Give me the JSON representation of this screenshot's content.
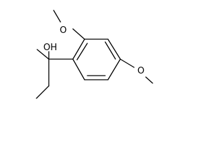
{
  "diagram": {
    "type": "skeletal-structure",
    "atom_labels": {
      "hydroxyl": "OH",
      "methoxy_ortho_oxygen": "O",
      "methoxy_para_oxygen": "O"
    },
    "colors": {
      "bond": "#000000",
      "label": "#000000",
      "background": "#ffffff"
    }
  }
}
